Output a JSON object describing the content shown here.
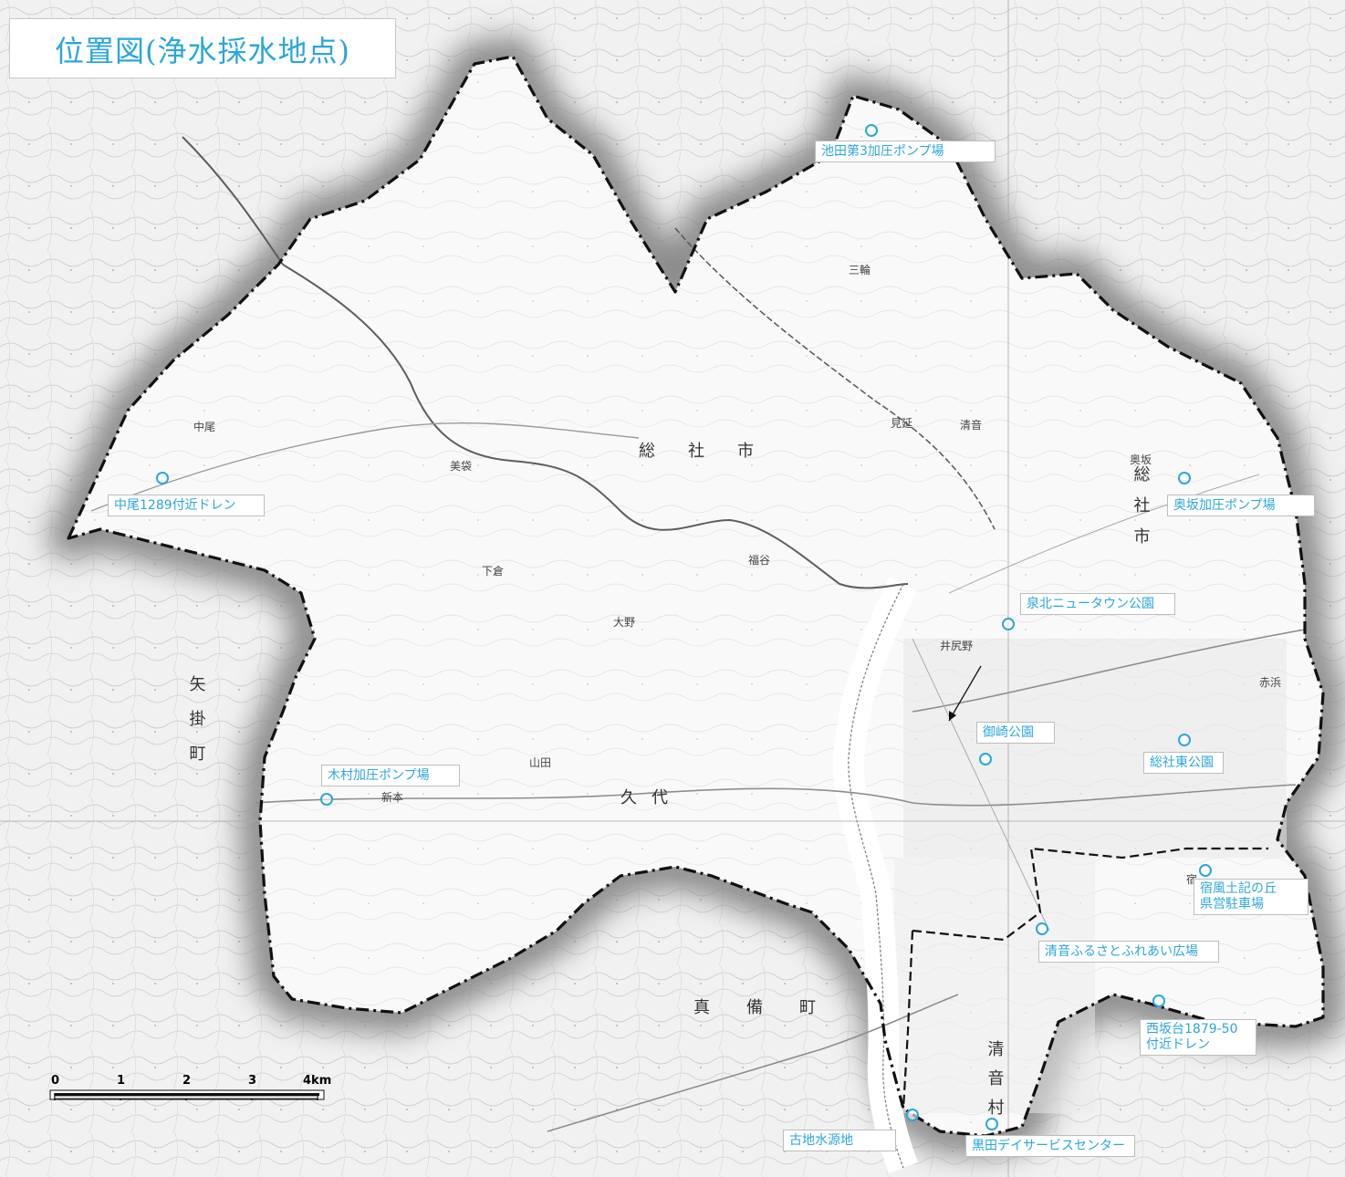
{
  "title": "位置図(浄水採水地点)",
  "accent_color": "#2aa6dc",
  "boundary_color": "#111111",
  "sampling_points": [
    {
      "id": "ikeda3",
      "label": "池田第3加圧ポンプ場"
    },
    {
      "id": "okusaka",
      "label": "奥坂加圧ポンプ場"
    },
    {
      "id": "nakao",
      "label": "中尾1289付近ドレン"
    },
    {
      "id": "senboku",
      "label": "泉北ニュータウン公園"
    },
    {
      "id": "misaki",
      "label": "御崎公園"
    },
    {
      "id": "soja-higashi",
      "label": "総社東公園"
    },
    {
      "id": "kimura",
      "label": "木村加圧ポンプ場"
    },
    {
      "id": "kaze",
      "label_line1": "宿風土記の丘",
      "label_line2": "県営駐車場"
    },
    {
      "id": "kiyone",
      "label": "清音ふるさとふれあい広場"
    },
    {
      "id": "nishisaka",
      "label_line1": "西坂台1879-50",
      "label_line2": "付近ドレン"
    },
    {
      "id": "kochi",
      "label": "古地水源地"
    },
    {
      "id": "kuroda",
      "label": "黒田デイサービスセンター"
    }
  ],
  "scale_bar": {
    "ticks": [
      "0",
      "1",
      "2",
      "3",
      "4km"
    ]
  },
  "map_labels": {
    "city_center": "総社市",
    "kiyone": "清音村",
    "city_south": "真備町",
    "city_west": "矢掛町",
    "city_east": "総社市",
    "town_west": "久代",
    "places": [
      "中尾",
      "美袋",
      "福谷",
      "下倉",
      "大野",
      "山田",
      "新本",
      "清音",
      "井尻野",
      "赤浜",
      "三輪",
      "見延",
      "奥坂",
      "宿"
    ]
  }
}
